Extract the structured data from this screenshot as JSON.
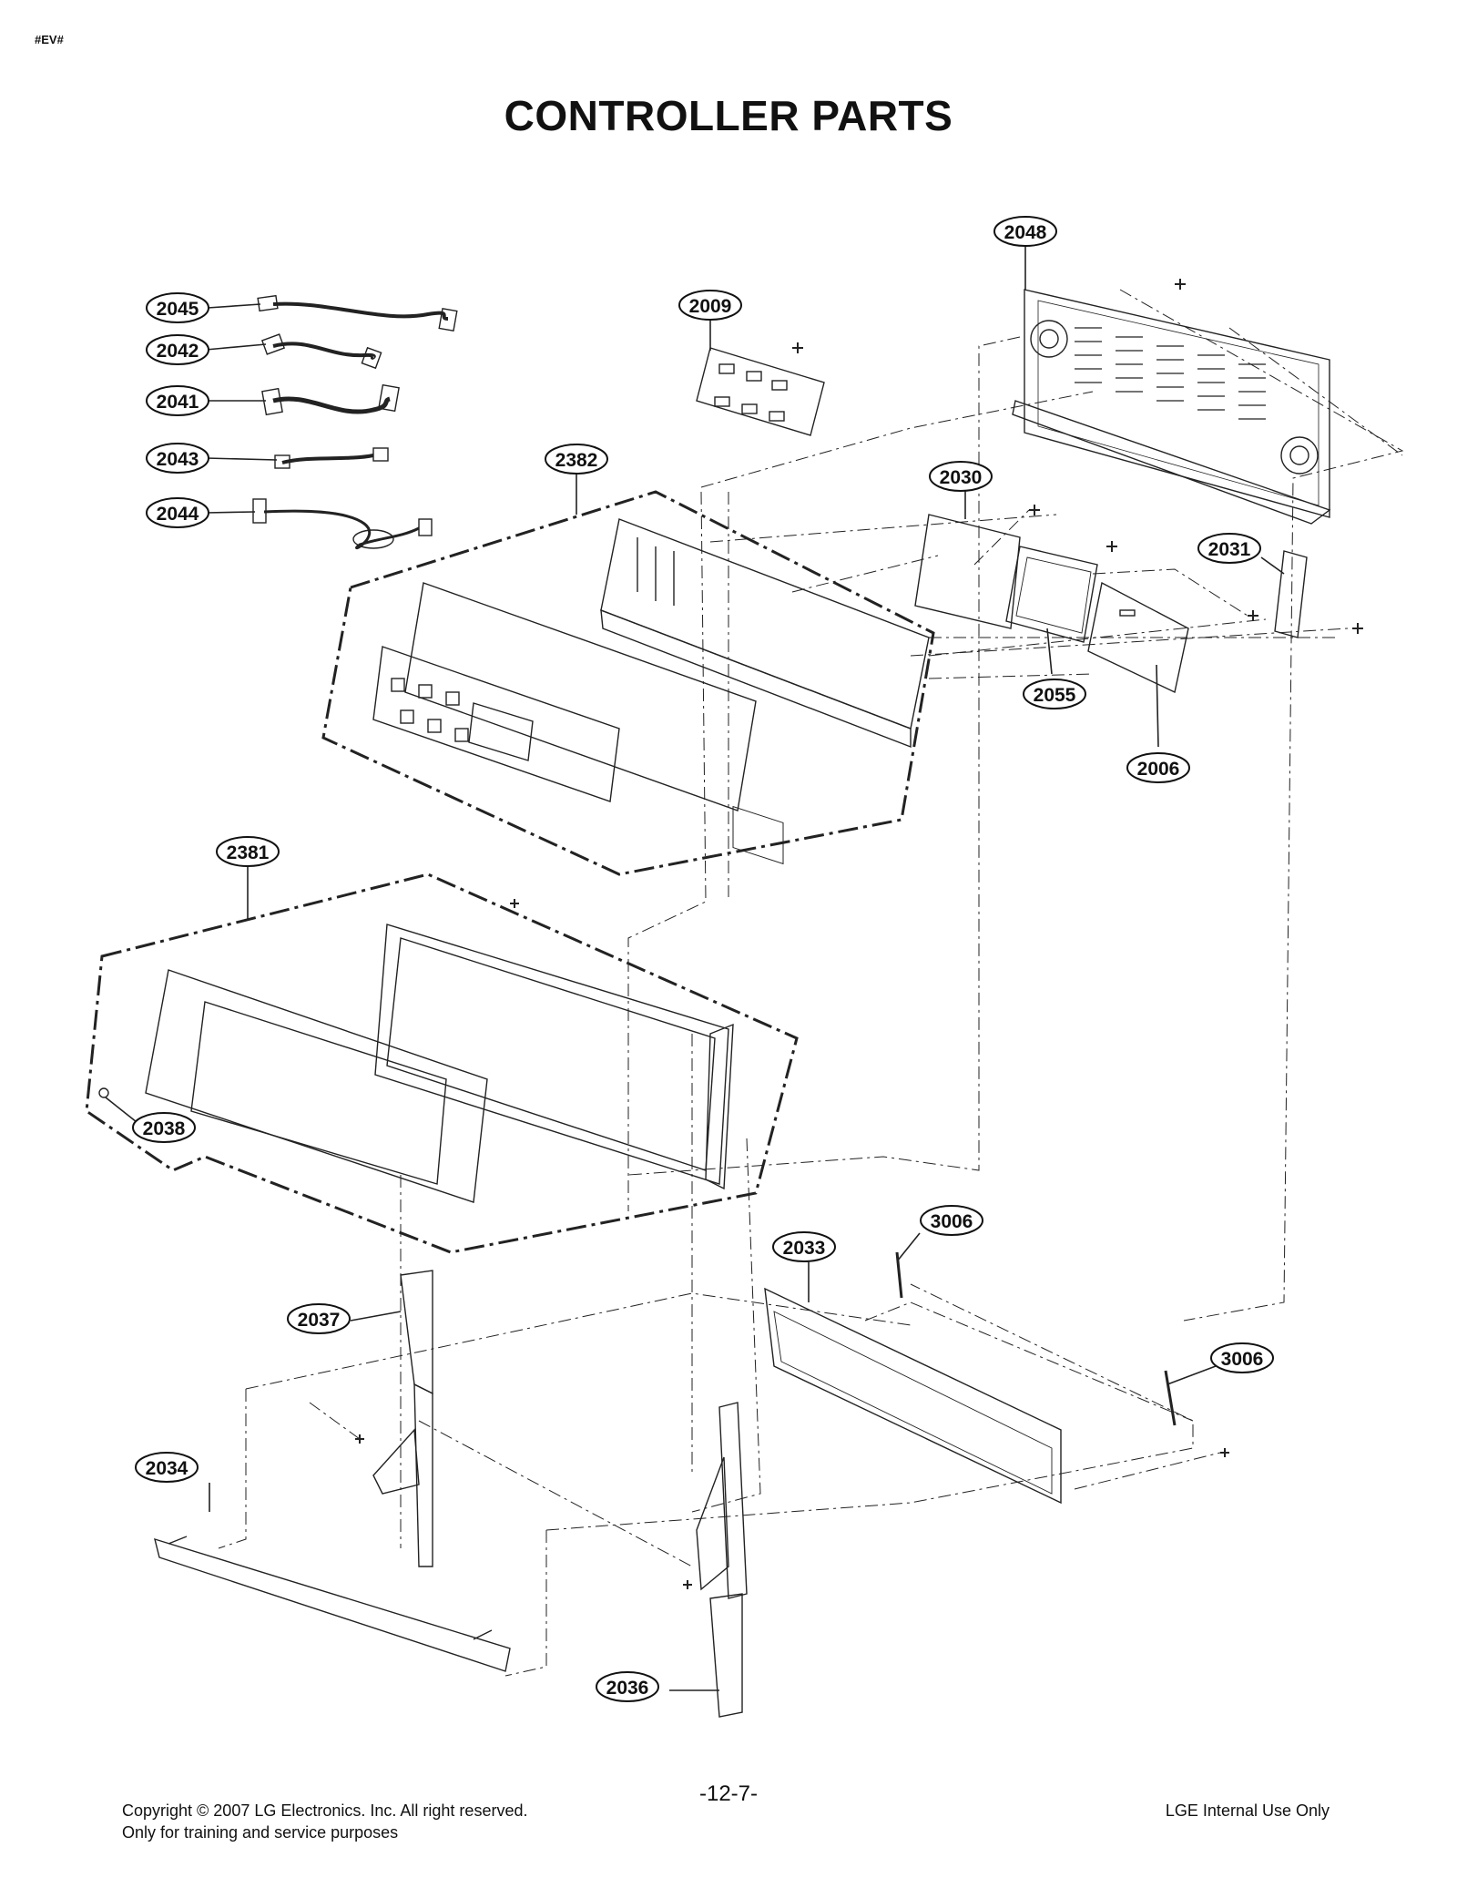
{
  "doc_tag": "#EV#",
  "title": "CONTROLLER PARTS",
  "callouts": {
    "c2045": "2045",
    "c2042": "2042",
    "c2041": "2041",
    "c2043": "2043",
    "c2044": "2044",
    "c2009": "2009",
    "c2382": "2382",
    "c2048": "2048",
    "c2030": "2030",
    "c2031": "2031",
    "c2055": "2055",
    "c2006": "2006",
    "c2381": "2381",
    "c2038": "2038",
    "c3006a": "3006",
    "c2033": "2033",
    "c3006b": "3006",
    "c2037": "2037",
    "c2034": "2034",
    "c2036": "2036"
  },
  "footer": {
    "page_number": "-12-7-",
    "copyright": "Copyright © 2007 LG Electronics. Inc. All right reserved.",
    "training": "Only for training and service purposes",
    "internal": "LGE Internal Use Only"
  }
}
